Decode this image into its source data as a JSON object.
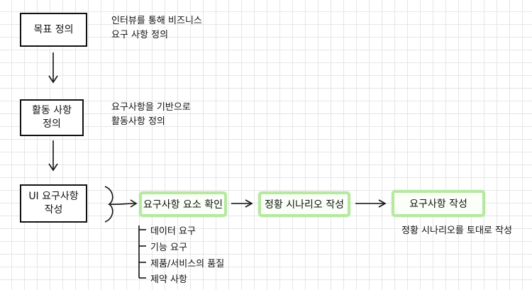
{
  "left_boxes": [
    {
      "text": "목표 정의"
    },
    {
      "text": "활동 사항\n정의"
    },
    {
      "text": "UI 요구사항\n작성"
    }
  ],
  "notes": [
    {
      "text": "인터뷰를 통해 비즈니스\n요구 사항 정의"
    },
    {
      "text": "요구사항을 기반으로\n활동사항 정의"
    }
  ],
  "flow_boxes": [
    {
      "text": "요구사항 요소 확인"
    },
    {
      "text": "정황 시나리오 작성"
    },
    {
      "text": "요구사항 작성"
    }
  ],
  "final_note": "정황 시나리오를 토대로 작성",
  "elements": [
    "데이터 요구",
    "기능 요구",
    "제품/서비스의 품질",
    "제약 사항"
  ]
}
